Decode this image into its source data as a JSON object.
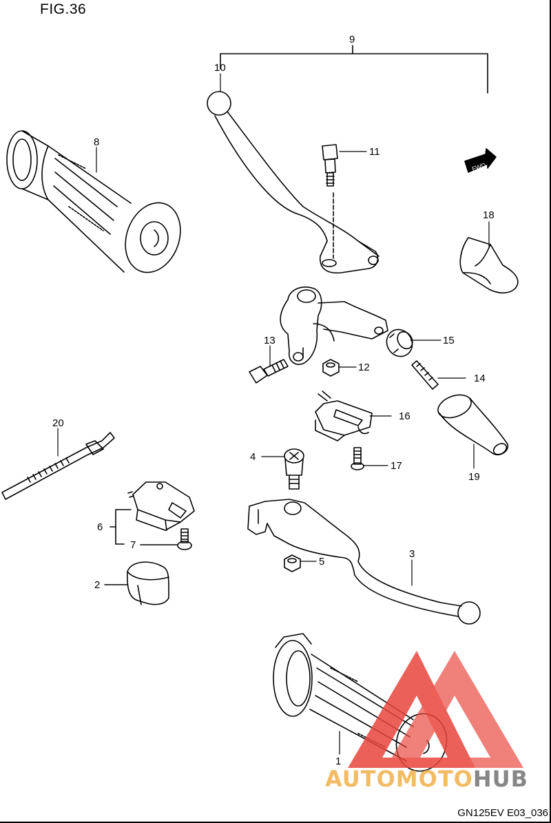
{
  "figure": {
    "title": "FIG.36",
    "code": "GN125EV E03_036"
  },
  "callouts": {
    "c1": "1",
    "c2": "2",
    "c3": "3",
    "c4": "4",
    "c5": "5",
    "c6": "6",
    "c7": "7",
    "c8": "8",
    "c9": "9",
    "c10": "10",
    "c11": "11",
    "c12": "12",
    "c13": "13",
    "c14": "14",
    "c15": "15",
    "c16": "16",
    "c17": "17",
    "c18": "18",
    "c19": "19",
    "c20": "20"
  },
  "fwd_label": "FWD",
  "watermark": {
    "auto": "AUTO",
    "moto": "MOTO",
    "hub": "HUB",
    "colors": {
      "orange": "#f2b04a",
      "red": "#e8453c",
      "gray": "#7a7a7a"
    }
  }
}
